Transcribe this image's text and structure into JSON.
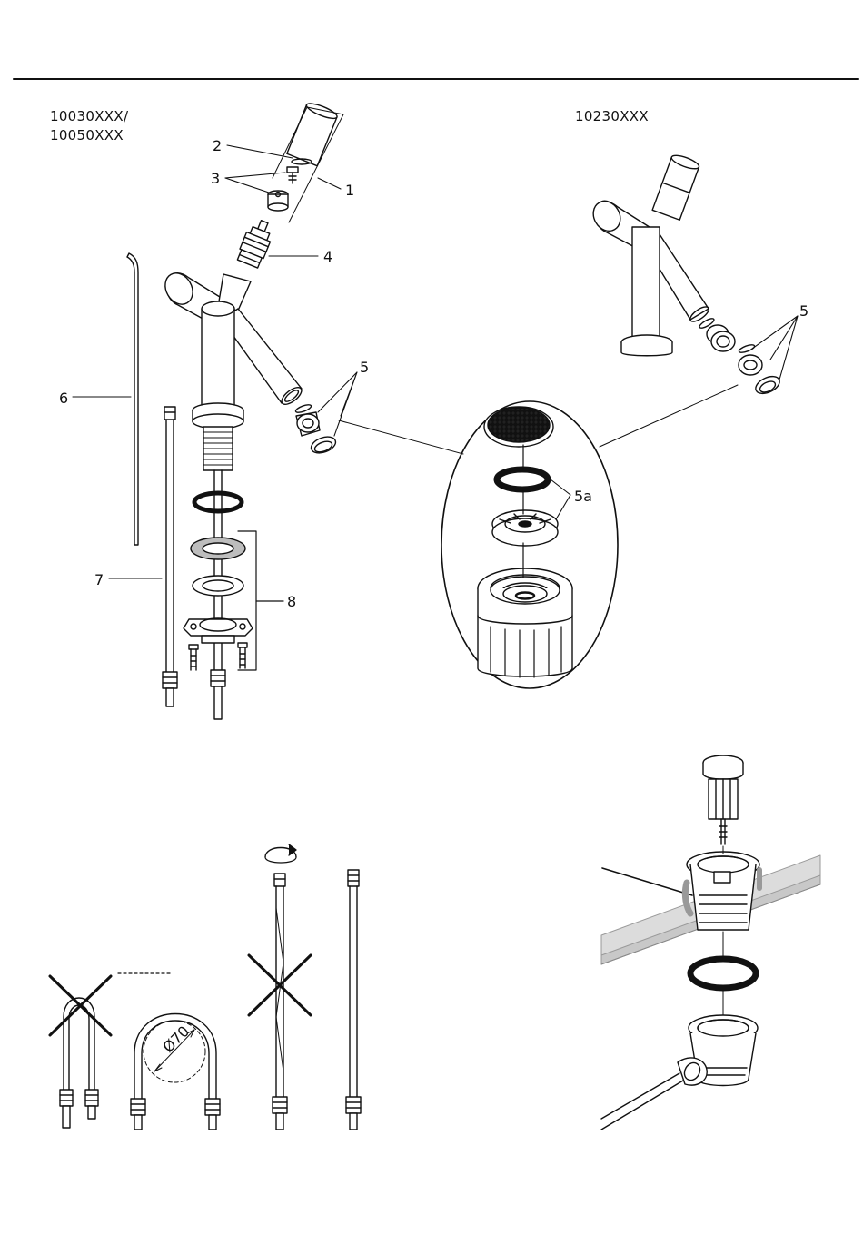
{
  "models": {
    "left_line1": "10030XXX/",
    "left_line2": "10050XXX",
    "right": "10230XXX"
  },
  "callouts": {
    "c1": "1",
    "c2": "2",
    "c3": "3",
    "c4": "4",
    "c5_left": "5",
    "c5_right": "5",
    "c5a": "5a",
    "c6": "6",
    "c7": "7",
    "c8": "8"
  },
  "hose_bend": {
    "min_diameter_label": "Ø70"
  },
  "colors": {
    "ink": "#111111",
    "pipe_gray": "#c8c8c8",
    "washer_gray": "#bdbdbd",
    "background": "#ffffff"
  }
}
